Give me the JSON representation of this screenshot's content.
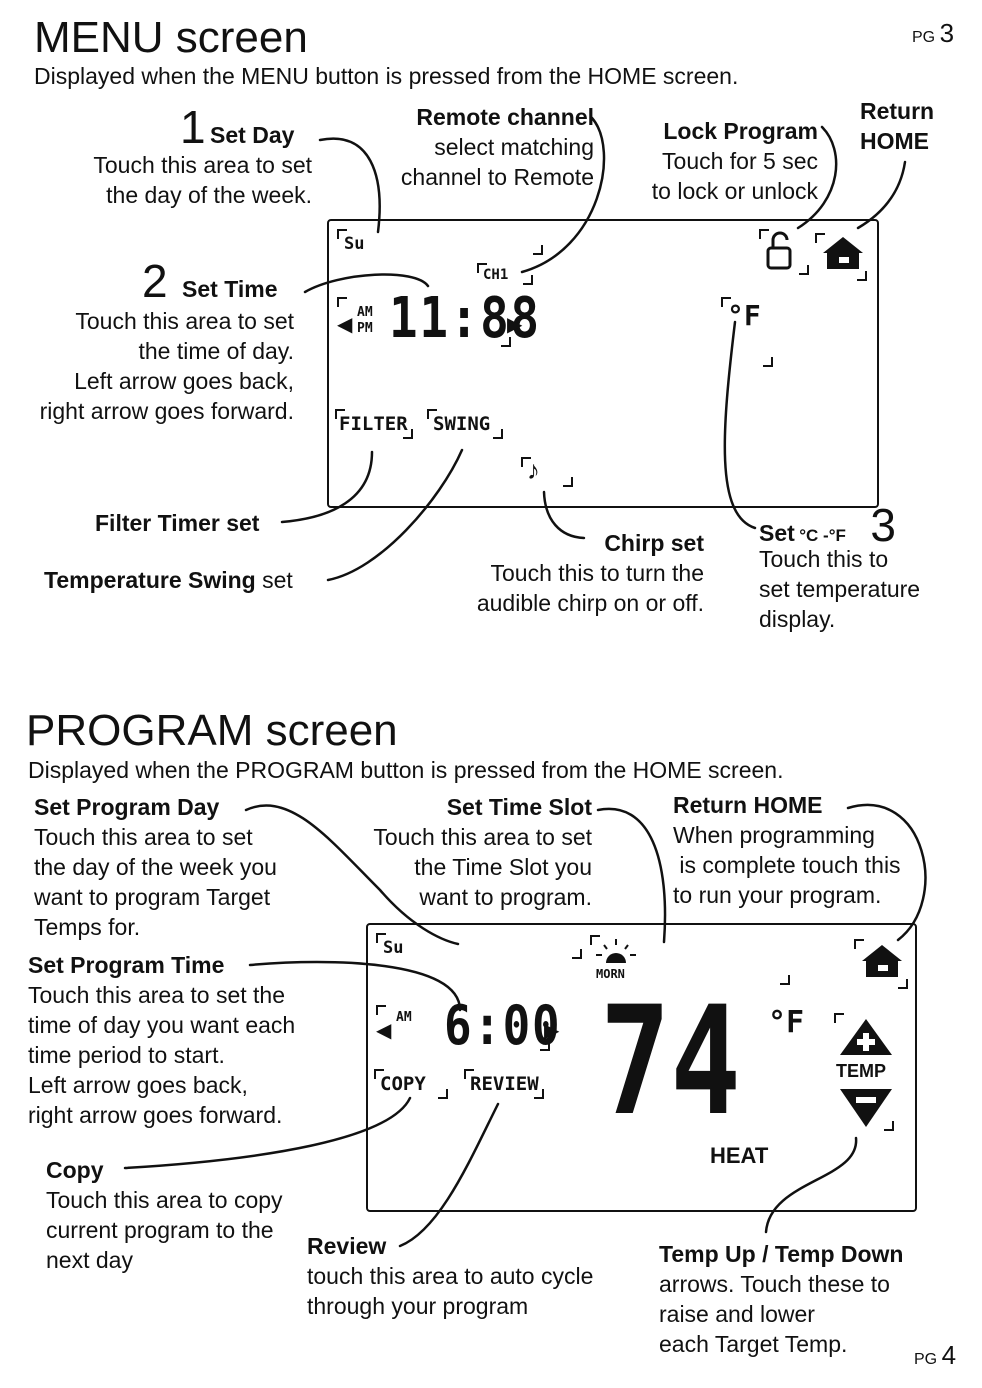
{
  "page_top": "PG",
  "page_top_num": "3",
  "page_bottom": "PG",
  "page_bottom_num": "4",
  "menu": {
    "title": "MENU screen",
    "subtitle": "Displayed when the MENU button is pressed from the HOME screen.",
    "set_day": {
      "num": "1",
      "title": "Set Day",
      "lines": [
        "Touch this area to set",
        "the day of the week."
      ]
    },
    "remote_channel": {
      "title": "Remote channel",
      "lines": [
        "select matching",
        "channel to Remote"
      ]
    },
    "lock_program": {
      "title": "Lock Program",
      "lines": [
        "Touch for 5 sec",
        "to lock or unlock"
      ]
    },
    "return_home": {
      "title_line1": "Return",
      "title_line2": "HOME"
    },
    "set_time": {
      "num": "2",
      "title": "Set Time",
      "lines": [
        "Touch this area to set",
        "the time of day.",
        "Left arrow goes back,",
        "right arrow goes forward."
      ]
    },
    "filter_timer": {
      "title": "Filter Timer set"
    },
    "temp_swing": {
      "title": "Temperature Swing",
      "suffix": " set"
    },
    "chirp": {
      "title": "Chirp set",
      "lines": [
        "Touch this to turn the",
        "audible chirp on or off."
      ]
    },
    "set_cf": {
      "num": "3",
      "title": "Set",
      "unit_c": "°C",
      "dash": " -",
      "unit_f": "°F",
      "lines": [
        "Touch this to",
        "set temperature",
        "display."
      ]
    },
    "lcd": {
      "day": "Su",
      "channel": "CH1",
      "am": "AM",
      "pm": "PM",
      "time": "11:88",
      "deg": "°F",
      "filter": "FILTER",
      "swing": "SWING"
    }
  },
  "program": {
    "title": "PROGRAM screen",
    "subtitle": "Displayed when the PROGRAM button is pressed from the HOME screen.",
    "set_program_day": {
      "title": "Set Program Day",
      "lines": [
        "Touch this area to set",
        "the day of the week you",
        "want to program Target",
        "Temps for."
      ]
    },
    "set_time_slot": {
      "title": "Set Time Slot",
      "lines": [
        "Touch this area to set",
        "the Time Slot you",
        "want to program."
      ]
    },
    "return_home": {
      "title": "Return HOME",
      "lines": [
        "When programming",
        " is complete touch this",
        "to run your program."
      ]
    },
    "set_program_time": {
      "title": "Set Program Time",
      "lines": [
        "Touch this area to set the",
        "time of day you want each",
        "time period to start.",
        "Left arrow goes back,",
        "right arrow goes forward."
      ]
    },
    "copy": {
      "title": "Copy",
      "lines": [
        "Touch this area to copy",
        "current program to the",
        "next day"
      ]
    },
    "review": {
      "title": "Review",
      "lines": [
        "touch this area to auto cycle",
        "through your program"
      ]
    },
    "temp_updown": {
      "title": "Temp Up / Temp Down",
      "lines": [
        "arrows. Touch these to",
        "raise and lower",
        "each Target Temp."
      ]
    },
    "lcd": {
      "day": "Su",
      "morn": "MORN",
      "am": "AM",
      "time": "6:00",
      "temp": "74",
      "deg": "°F",
      "heat": "HEAT",
      "temp_label": "TEMP",
      "copy": "COPY",
      "review": "REVIEW"
    }
  }
}
